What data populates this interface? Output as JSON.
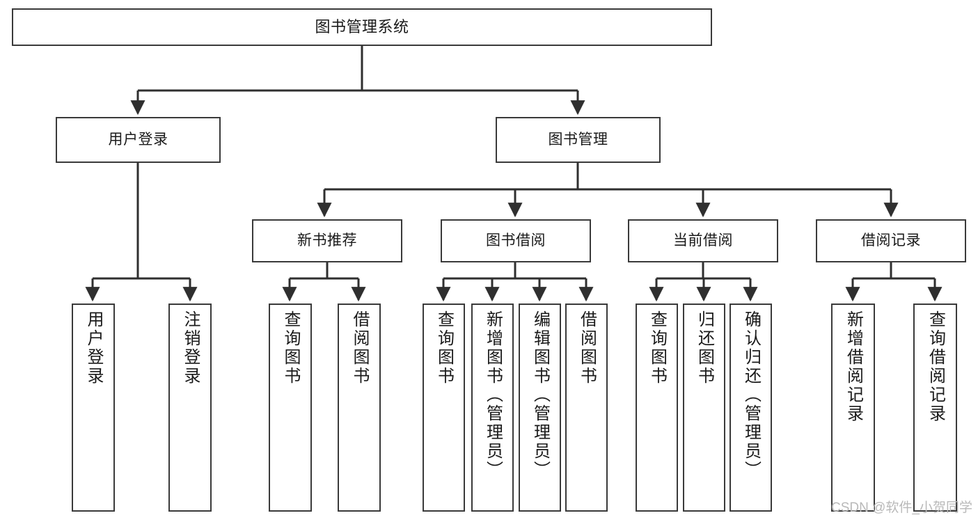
{
  "diagram": {
    "title": "图书管理系统",
    "type": "hierarchy-tree",
    "watermark": "CSDN @软件_小贺同学",
    "colors": {
      "box_border": "#3a3a3a",
      "box_fill": "#ffffff",
      "connector": "#2f2f2f",
      "text": "#1a1a1a",
      "watermark": "#b9b9b9"
    },
    "levels": {
      "root": {
        "label": "图书管理系统"
      },
      "level1": [
        {
          "id": "user-login",
          "label": "用户登录"
        },
        {
          "id": "book-manage",
          "label": "图书管理"
        }
      ],
      "level2": [
        {
          "id": "new-book-rec",
          "label": "新书推荐"
        },
        {
          "id": "book-borrow",
          "label": "图书借阅"
        },
        {
          "id": "current-borrow",
          "label": "当前借阅"
        },
        {
          "id": "borrow-record",
          "label": "借阅记录"
        }
      ],
      "leaves": {
        "user_login": [
          {
            "id": "leaf-user-login",
            "label": "用户登录"
          },
          {
            "id": "leaf-logout-login",
            "label": "注销登录"
          }
        ],
        "new_book_rec": [
          {
            "id": "leaf-query-book-1",
            "label": "查询图书"
          },
          {
            "id": "leaf-borrow-book-1",
            "label": "借阅图书"
          }
        ],
        "book_borrow": [
          {
            "id": "leaf-query-book-2",
            "label": "查询图书"
          },
          {
            "id": "leaf-add-book",
            "label": "新增图书（管理员）"
          },
          {
            "id": "leaf-edit-book",
            "label": "编辑图书（管理员）"
          },
          {
            "id": "leaf-borrow-book-2",
            "label": "借阅图书"
          }
        ],
        "current_borrow": [
          {
            "id": "leaf-query-book-3",
            "label": "查询图书"
          },
          {
            "id": "leaf-return-book",
            "label": "归还图书"
          },
          {
            "id": "leaf-confirm-return",
            "label": "确认归还（管理员）"
          }
        ],
        "borrow_record": [
          {
            "id": "leaf-add-record",
            "label": "新增借阅记录"
          },
          {
            "id": "leaf-query-record",
            "label": "查询借阅记录"
          }
        ]
      }
    }
  }
}
